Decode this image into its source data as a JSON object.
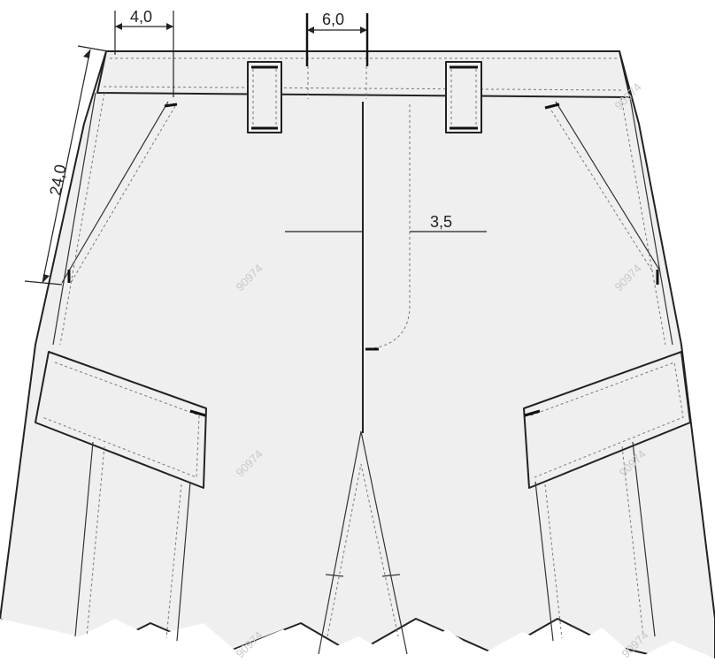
{
  "dimensions": {
    "waistband_edge": "4,0",
    "belt_loop_spacing": "6,0",
    "pocket_length": "24,0",
    "fly_width": "3,5"
  },
  "watermark": "90974"
}
